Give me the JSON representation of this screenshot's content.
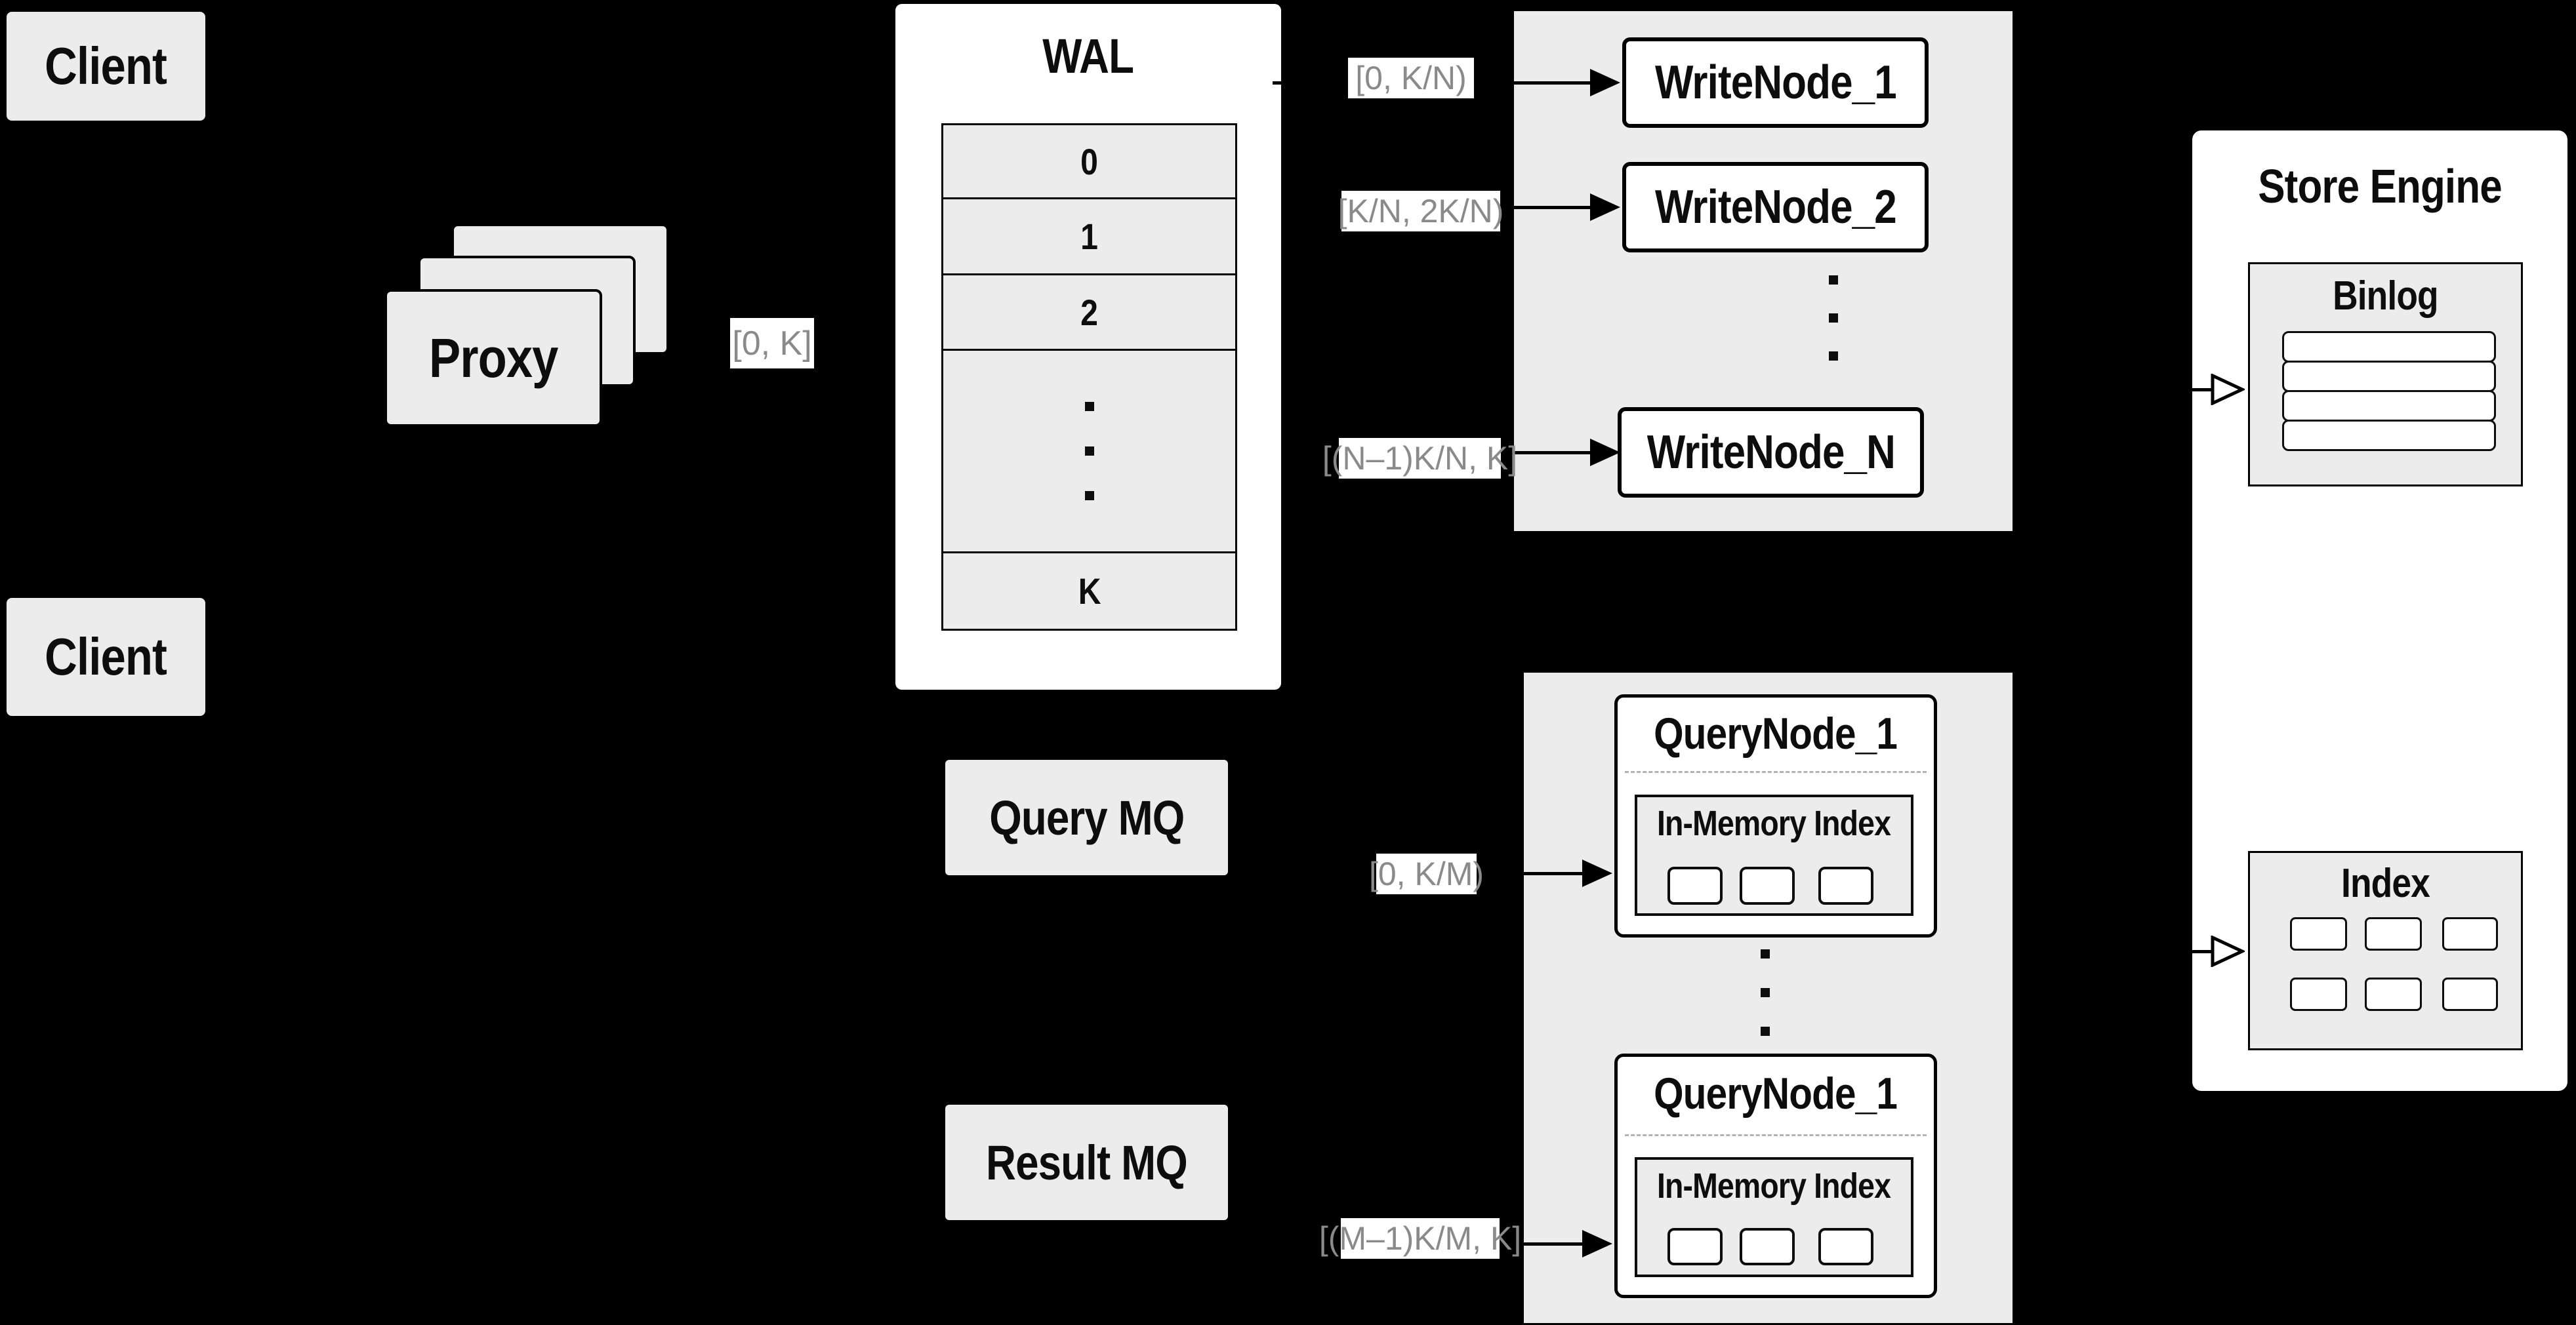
{
  "colors": {
    "background": "#000000",
    "panel_gray": "#ececec",
    "node_white": "#ffffff",
    "line_black": "#0d0d0d",
    "range_label_text": "#8a8a8a"
  },
  "clients": {
    "top_label": "Client",
    "bottom_label": "Client"
  },
  "proxy": {
    "label": "Proxy"
  },
  "wal": {
    "title": "WAL",
    "segments": [
      "0",
      "1",
      "2"
    ],
    "last_segment": "K"
  },
  "flow_labels": {
    "proxy_to_wal": "[0, K]",
    "to_write_node_1": "[0,  K/N)",
    "to_write_node_2": "[K/N, 2K/N)",
    "to_write_node_n": "[(N–1)K/N,  K]",
    "to_query_node_top": "[0, K/M)",
    "to_query_node_bottom": "[(M–1)K/M, K]"
  },
  "write_nodes": {
    "items": [
      "WriteNode_1",
      "WriteNode_2",
      "WriteNode_N"
    ]
  },
  "message_queues": {
    "query": "Query MQ",
    "result": "Result MQ"
  },
  "query_nodes": {
    "top": {
      "title": "QueryNode_1",
      "index_label": "In-Memory Index"
    },
    "bottom": {
      "title": "QueryNode_1",
      "index_label": "In-Memory Index"
    }
  },
  "store_engine": {
    "title": "Store Engine",
    "binlog_label": "Binlog",
    "index_label": "Index"
  }
}
